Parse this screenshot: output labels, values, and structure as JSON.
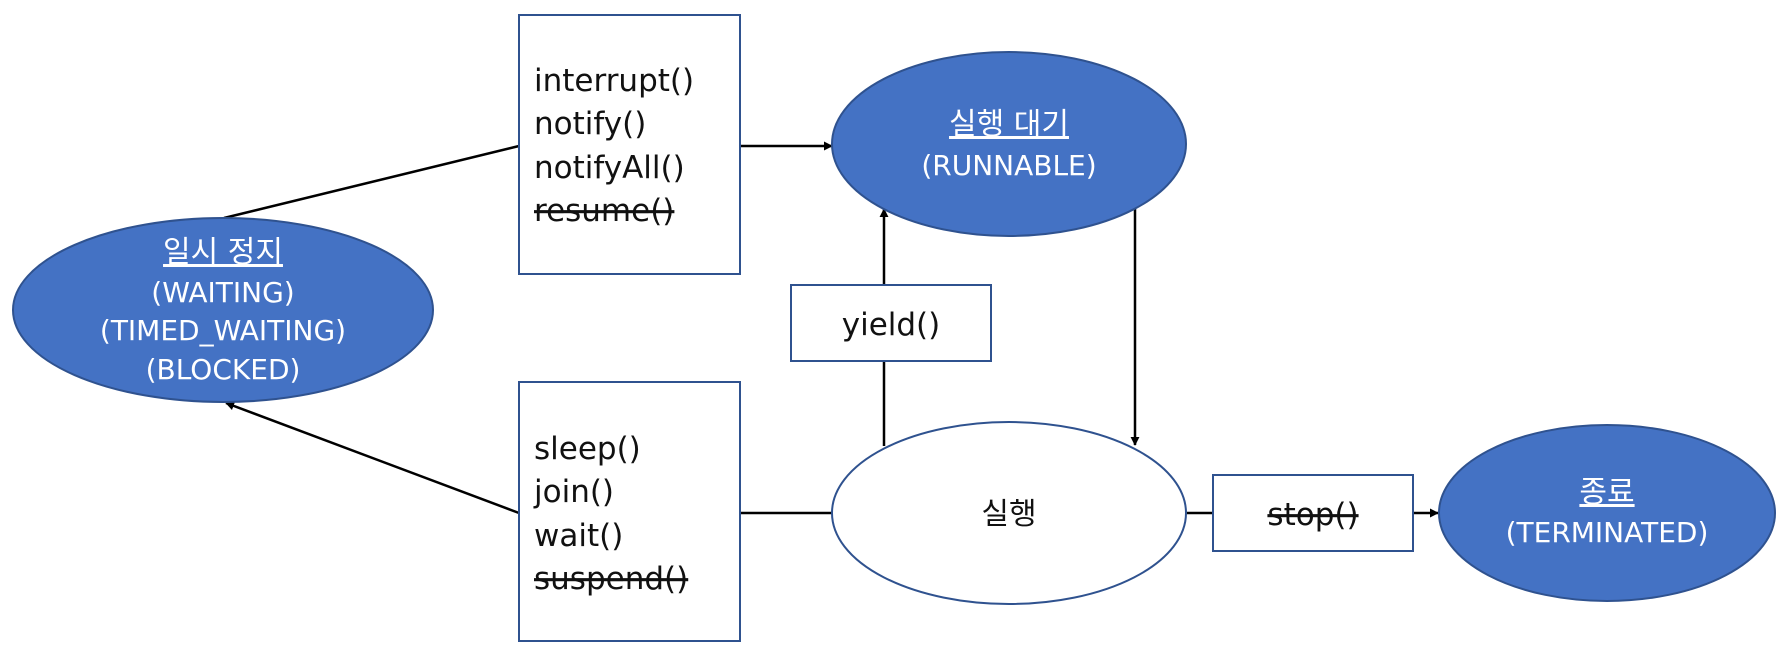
{
  "states": {
    "runnable": {
      "title": "실행 대기",
      "subtitle": "(RUNNABLE)"
    },
    "paused": {
      "title": "일시 정지",
      "lines": [
        "(WAITING)",
        "(TIMED_WAITING)",
        "(BLOCKED)"
      ]
    },
    "running": {
      "title": "실행"
    },
    "terminated": {
      "title": "종료",
      "subtitle": "(TERMINATED)"
    }
  },
  "boxes": {
    "resume_methods": {
      "items": [
        {
          "text": "interrupt()",
          "deprecated": false
        },
        {
          "text": "notify()",
          "deprecated": false
        },
        {
          "text": "notifyAll()",
          "deprecated": false
        },
        {
          "text": "resume()",
          "deprecated": true
        }
      ]
    },
    "pause_methods": {
      "items": [
        {
          "text": "sleep()",
          "deprecated": false
        },
        {
          "text": "join()",
          "deprecated": false
        },
        {
          "text": "wait()",
          "deprecated": false
        },
        {
          "text": "suspend()",
          "deprecated": true
        }
      ]
    },
    "yield": {
      "text": "yield()"
    },
    "stop": {
      "text": "stop()",
      "deprecated": true
    }
  },
  "colors": {
    "state_fill": "#4472C4",
    "state_stroke": "#2F528F",
    "box_stroke": "#2F528F",
    "text_light": "#FFFFFF",
    "text_dark": "#111111",
    "connector": "#000000"
  }
}
